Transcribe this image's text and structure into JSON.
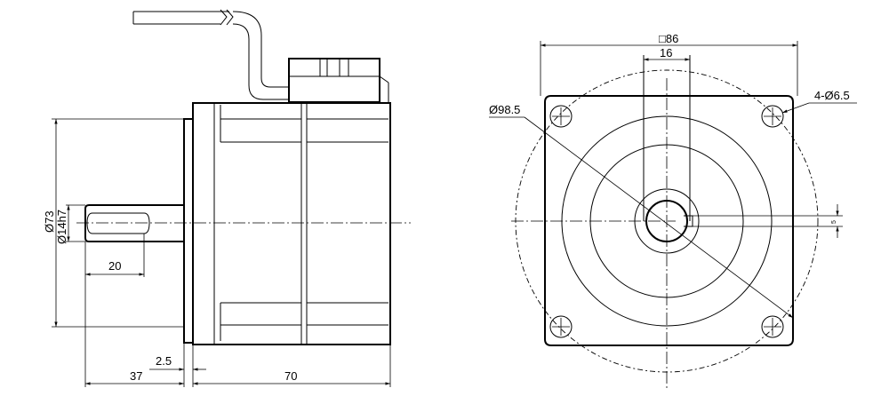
{
  "side_view": {
    "dimensions": {
      "body_diameter": "Ø73",
      "shaft_diameter": "Ø14h7",
      "key_length": "20",
      "flange_thickness": "2.5",
      "shaft_length": "37",
      "body_length": "70"
    }
  },
  "front_view": {
    "dimensions": {
      "flange_square": "□86",
      "key_width": "16",
      "bolt_circle_diameter": "Ø98.5",
      "mounting_holes": "4-Ø6.5",
      "key_depth": "5"
    }
  }
}
